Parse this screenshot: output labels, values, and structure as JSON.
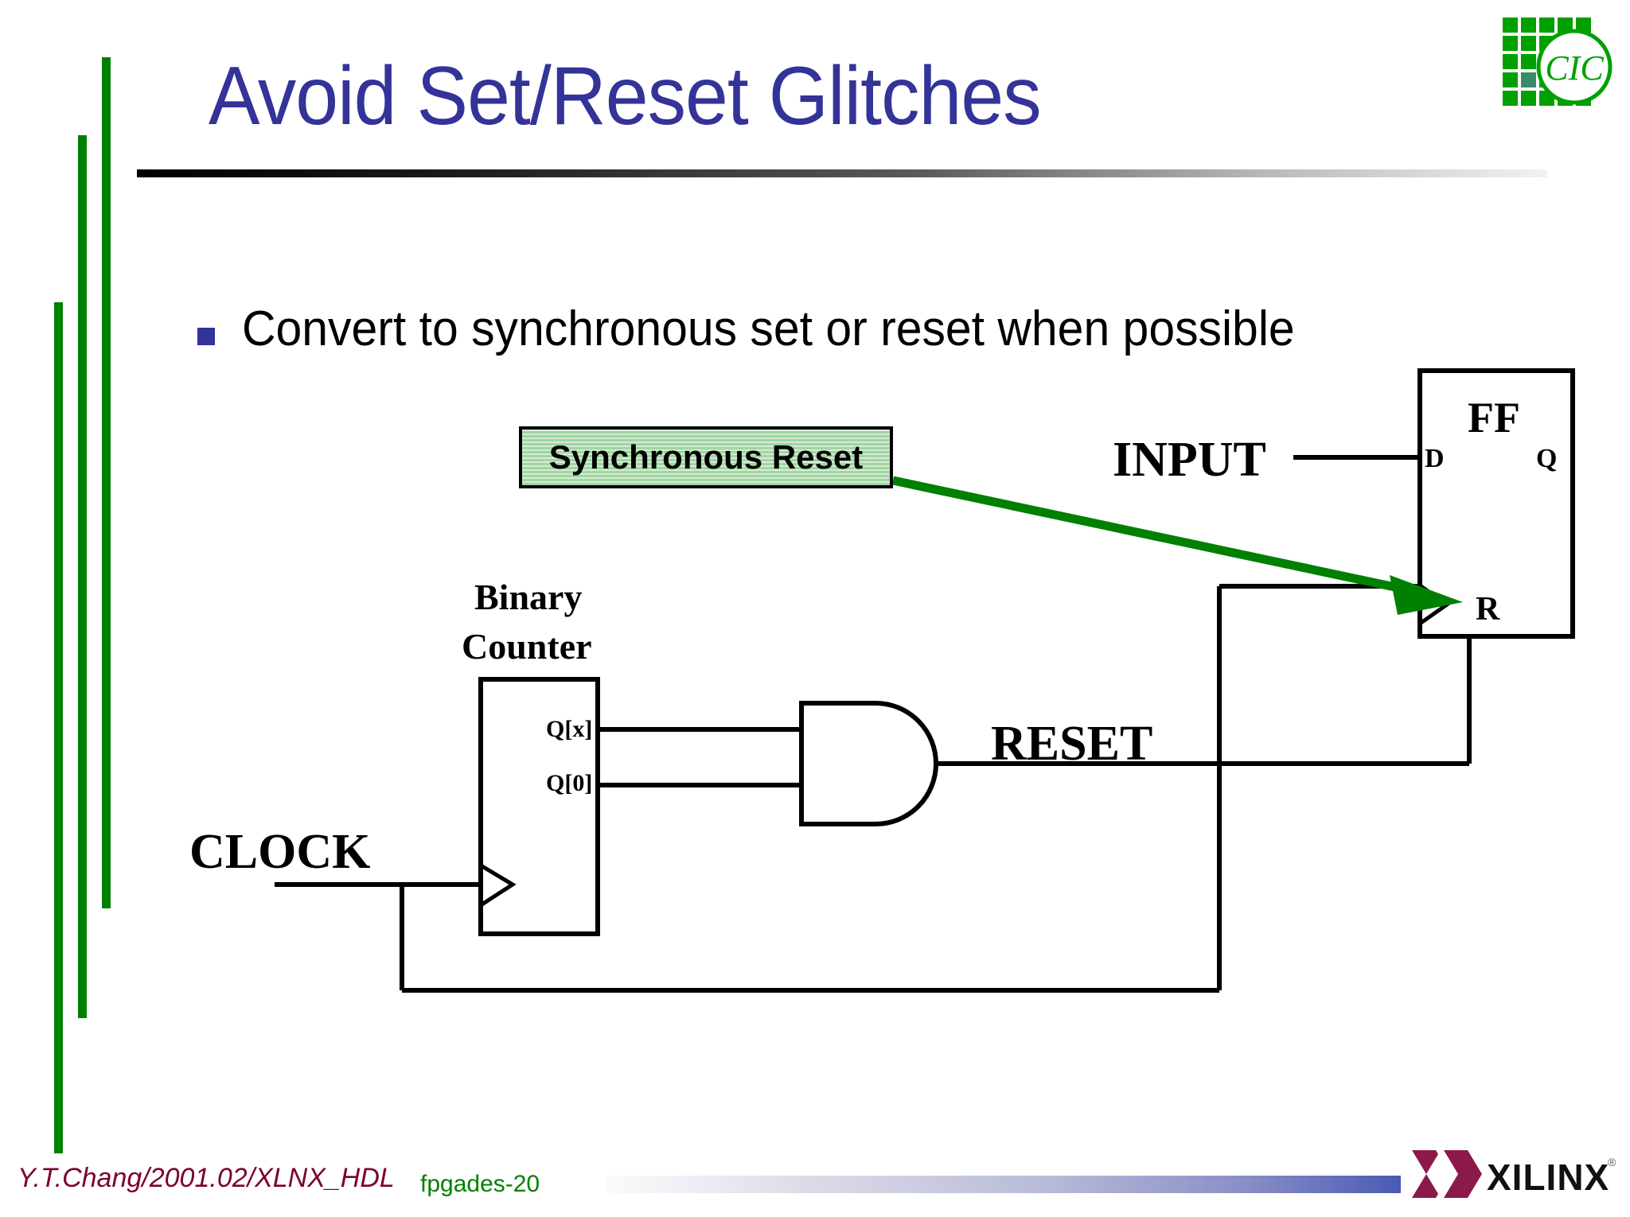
{
  "slide": {
    "title": "Avoid Set/Reset Glitches",
    "bullet": "Convert to synchronous set or reset when possible",
    "accent_blue": "#333399",
    "accent_green": "#008000",
    "callout_green": "#9fd6a0"
  },
  "logo": {
    "cic_text": "CIC",
    "cic_color": "#00a000",
    "xilinx_text": "XILINX",
    "xilinx_registered": "®",
    "xilinx_mark_color": "#8b1a4a"
  },
  "callout": {
    "label": "Synchronous Reset"
  },
  "diagram": {
    "flipflop": {
      "title": "FF",
      "d_label": "D",
      "q_label": "Q",
      "r_label": "R"
    },
    "counter": {
      "title_line1": "Binary",
      "title_line2": "Counter",
      "out_msb": "Q[x]",
      "out_lsb": "Q[0]"
    },
    "signals": {
      "input": "INPUT",
      "clock": "CLOCK",
      "reset": "RESET"
    },
    "gate": "and-gate"
  },
  "footer": {
    "author": "Y.T.Chang/2001.02/XLNX_HDL",
    "page": "fpgades-20"
  }
}
